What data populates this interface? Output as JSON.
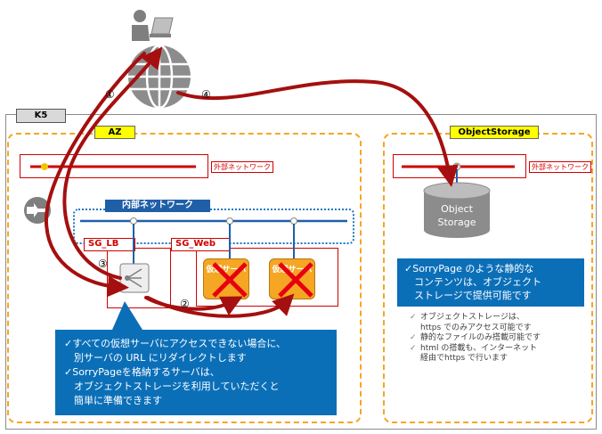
{
  "regions": {
    "k5_label": "K5",
    "az_label": "AZ",
    "objectstorage_label": "ObjectStorage"
  },
  "networks": {
    "external_left": "外部ネットワーク",
    "external_right": "外部ネットワーク",
    "internal": "内部ネットワーク"
  },
  "security_groups": {
    "lb": "SG_LB",
    "web": "SG_Web"
  },
  "servers": [
    {
      "label": "仮想サーバ"
    },
    {
      "label": "仮想サーバ"
    }
  ],
  "storage": {
    "line1": "Object",
    "line2": "Storage"
  },
  "steps": [
    "①",
    "②",
    "③",
    "④"
  ],
  "callout_main": {
    "lines": [
      "✓すべての仮想サーバにアクセスできない場合に、",
      "　別サーバの URL にリダイレクトします",
      "✓SorryPageを格納するサーバは、",
      "　オブジェクトストレージを利用していただくと",
      "　簡単に準備できます"
    ]
  },
  "callout_storage": {
    "lines": [
      "✓SorryPage のような静的な",
      "　コンテンツは、オブジェクト",
      "　ストレージで提供可能です"
    ]
  },
  "notes": [
    "オブジェクトストレージは、",
    "https でのみアクセス可能です",
    "静的なファイルのみ搭載可能です",
    "html の搭載も、インターネット",
    "経由でhttps で行います"
  ],
  "colors": {
    "arrow": "#a50f0f",
    "accent_blue": "#0b6fb8",
    "server_orange": "#f5a623",
    "cross_red": "#e60012",
    "dashed_orange": "#f5a623"
  }
}
